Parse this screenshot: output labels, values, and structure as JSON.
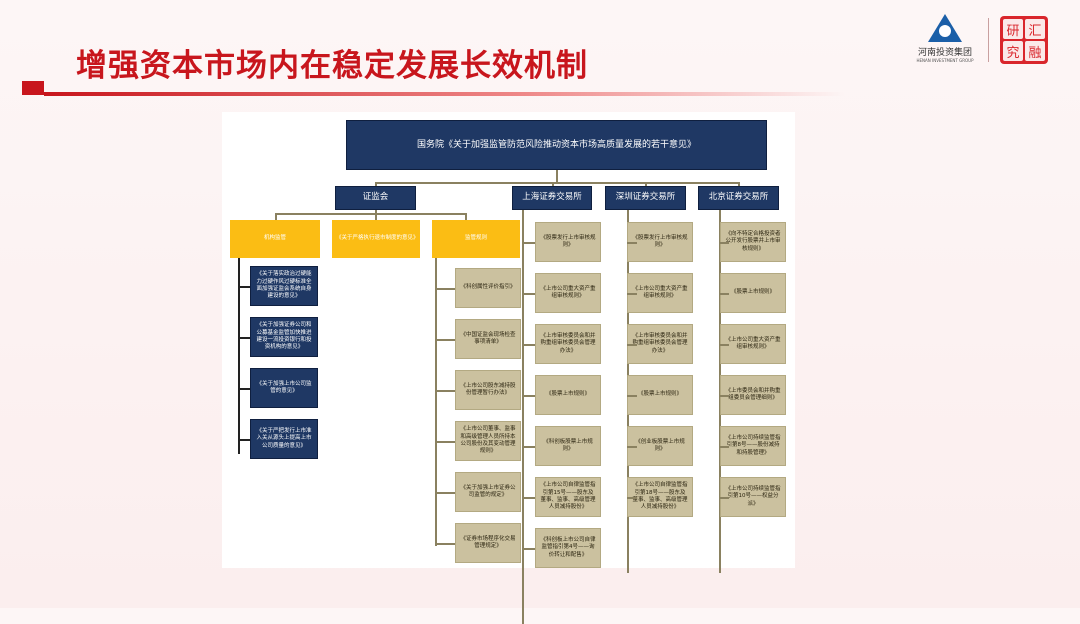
{
  "slide": {
    "title": "增强资本市场内在稳定发展长效机制"
  },
  "logo": {
    "name_cn": "河南投资集团",
    "name_en": "HENAN INVESTMENT GROUP",
    "seal_chars": [
      "研",
      "汇",
      "究",
      "融"
    ]
  },
  "colors": {
    "title_red": "#c8161d",
    "navy": "#1f3864",
    "yellow": "#fbbd14",
    "tan": "#cbc19f"
  },
  "diagram": {
    "root": "国务院《关于加强监管防范风险推动资本市场高质量发展的若干意见》",
    "csrc": {
      "label": "证监会",
      "categories": [
        "机构监管",
        "《关于严格执行退市制度的意见》",
        "监管规则"
      ],
      "institution_docs": [
        "《关于落实政治过硬能力过硬作风过硬标准全面加强证监会系统自身建设的意见》",
        "《关于加强证券公司和公募基金监管加快推进建设一流投资银行和投资机构的意见》",
        "《关于加强上市公司监管的意见》",
        "《关于严把发行上市准入关从源头上提高上市公司质量的意见》"
      ],
      "rule_docs": [
        "《科创属性评价指引》",
        "《中国证监会现场检查事项清单》",
        "《上市公司股东减持股份管理暂行办法》",
        "《上市公司董事、监事和高级管理人员所持本公司股份及其变动管理规则》",
        "《关于加强上市证券公司监管的规定》",
        "《证券市场程序化交易管理规定》"
      ]
    },
    "exchanges": [
      {
        "label": "上海证券交易所",
        "docs": [
          "《股票发行上市审核规则》",
          "《上市公司重大资产重组审核规则》",
          "《上市审核委员会和并购重组审核委员会管理办法》",
          "《股票上市规则》",
          "《科创板股票上市规则》",
          "《上市公司自律监管指引第15号——股东及董事、监事、高级管理人员减持股份》",
          "《科创板上市公司自律监管指引第4号——询价转让和配售》"
        ]
      },
      {
        "label": "深圳证券交易所",
        "docs": [
          "《股票发行上市审核规则》",
          "《上市公司重大资产重组审核规则》",
          "《上市审核委员会和并购重组审核委员会管理办法》",
          "《股票上市规则》",
          "《创业板股票上市规则》",
          "《上市公司自律监管指引第18号——股东及董事、监事、高级管理人员减持股份》"
        ]
      },
      {
        "label": "北京证券交易所",
        "docs": [
          "《向不特定合格投资者公开发行股票并上市审核规则》",
          "《股票上市规则》",
          "《上市公司重大资产重组审核规则》",
          "《上市委员会和并购重组委员会管理细则》",
          "《上市公司持续监管指引第8号——股份减持和持股管理》",
          "《上市公司持续监管指引第10号——权益分派》"
        ]
      }
    ]
  }
}
